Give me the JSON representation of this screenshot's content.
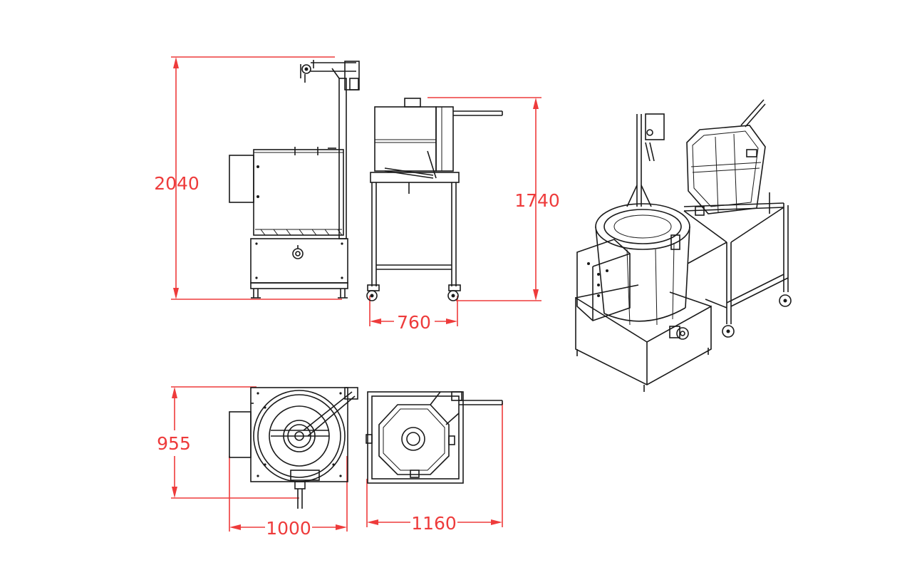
{
  "dimensions": {
    "height_front": "2040",
    "height_side": "1740",
    "width_side": "760",
    "depth_top": "955",
    "width_top_left": "1000",
    "width_top_right": "1160"
  },
  "colors": {
    "dimension": "#ee3b3b",
    "linework": "#1a1a1a",
    "background": "#ffffff"
  }
}
